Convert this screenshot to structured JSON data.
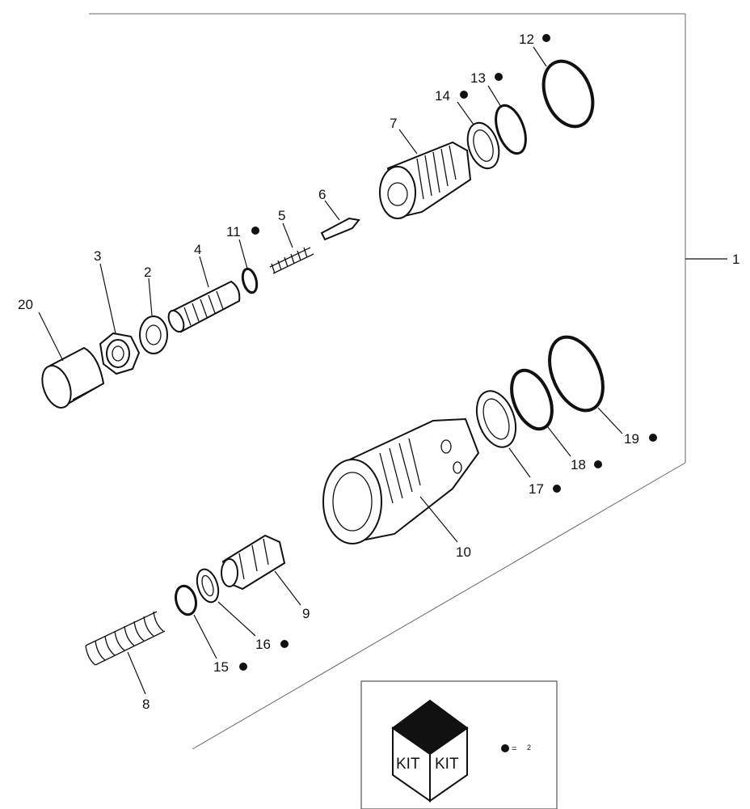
{
  "parts": {
    "p1": "1",
    "p2": "2",
    "p3": "3",
    "p4": "4",
    "p5": "5",
    "p6": "6",
    "p7": "7",
    "p8": "8",
    "p9": "9",
    "p10": "10",
    "p11": "11",
    "p12": "12",
    "p13": "13",
    "p14": "14",
    "p15": "15",
    "p16": "16",
    "p17": "17",
    "p18": "18",
    "p19": "19",
    "p20": "20"
  },
  "kit_legend": {
    "face_left": "KIT",
    "face_right": "KIT",
    "dot_equals": "=",
    "quantity": "2"
  },
  "marker_icon": "filled-dot-icon"
}
